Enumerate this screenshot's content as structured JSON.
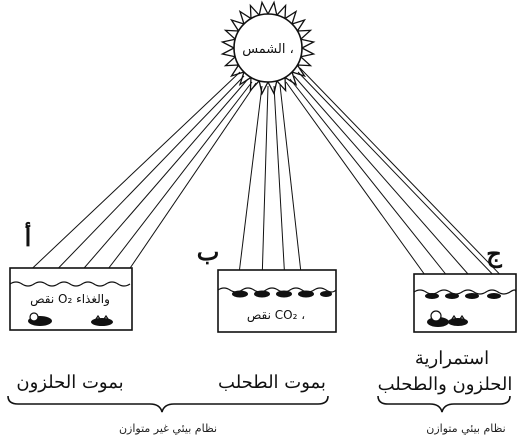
{
  "sun": {
    "label": "الشمس ،"
  },
  "aquariums": [
    {
      "letter": "أ",
      "label": "نقص O₂ والغذاء",
      "caption": "بموت الحلزون"
    },
    {
      "letter": "ب",
      "label": "نقص CO₂ ،",
      "caption": "بموت الطحلب"
    },
    {
      "letter": "ج",
      "label": "",
      "caption_line1": "استمرارية",
      "caption_line2": "الحلزون والطحلب"
    }
  ],
  "groups": {
    "unbalanced": "نظام بيئي غير متوازن",
    "balanced": "نظام بيئي متوازن"
  }
}
